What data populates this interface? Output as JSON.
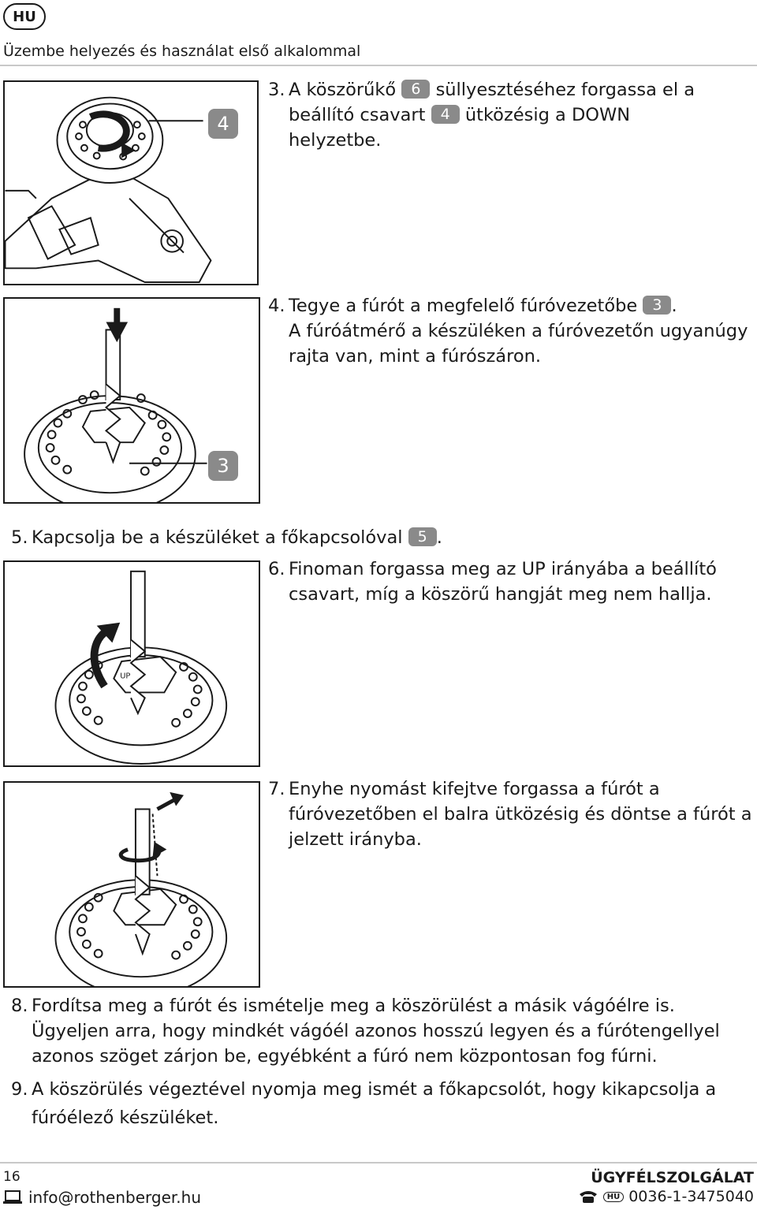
{
  "header": {
    "lang": "HU",
    "section_title": "Üzembe helyezés és használat első alkalommal"
  },
  "figures": {
    "fig1_label": "4",
    "fig2_label": "3",
    "fig3_mark": "UP"
  },
  "steps": {
    "s3": {
      "num": "3.",
      "a": "A köszörűkő",
      "chip1": "6",
      "b": "süllyesztéséhez forgassa el a",
      "c": "beállító csavart",
      "chip2": "4",
      "d": "ütközésig a DOWN",
      "e": "helyzetbe."
    },
    "s4": {
      "num": "4.",
      "a": "Tegye a fúrót a megfelelő fúróvezetőbe",
      "chip": "3",
      "b": ".",
      "c": "A fúróátmérő a készüléken a fúróvezetőn ugyanúgy",
      "d": "rajta van, mint a fúrószáron."
    },
    "s5": {
      "num": "5.",
      "a": "Kapcsolja be a készüléket a főkapcsolóval",
      "chip": "5",
      "b": "."
    },
    "s6": {
      "num": "6.",
      "a": "Finoman forgassa meg az UP irányába a beállító",
      "b": "csavart, míg a köszörű hangját meg nem hallja."
    },
    "s7": {
      "num": "7.",
      "a": "Enyhe nyomást kifejtve forgassa a fúrót a",
      "b": "fúróvezetőben el balra ütközésig és döntse a fúrót a",
      "c": "jelzett irányba."
    },
    "s8": {
      "num": "8.",
      "a": "Fordítsa meg a fúrót és ismételje meg a köszörülést a másik vágóélre is.",
      "b": "Ügyeljen arra, hogy mindkét vágóél azonos hosszú legyen és a fúrótengellyel",
      "c": "azonos szöget zárjon be, egyébként a fúró nem központosan fog fúrni."
    },
    "s9": {
      "num": "9.",
      "a": "A köszörülés végeztével nyomja meg ismét a főkapcsolót, hogy kikapcsolja a",
      "b": "fúróélező készüléket."
    }
  },
  "footer": {
    "page_number": "16",
    "email": "info@rothenberger.hu",
    "service_title": "ÜGYFÉLSZOLGÁLAT",
    "phone_badge": "HU",
    "phone": "0036-1-3475040"
  },
  "icons": [
    "laptop-icon",
    "telephone-icon"
  ]
}
